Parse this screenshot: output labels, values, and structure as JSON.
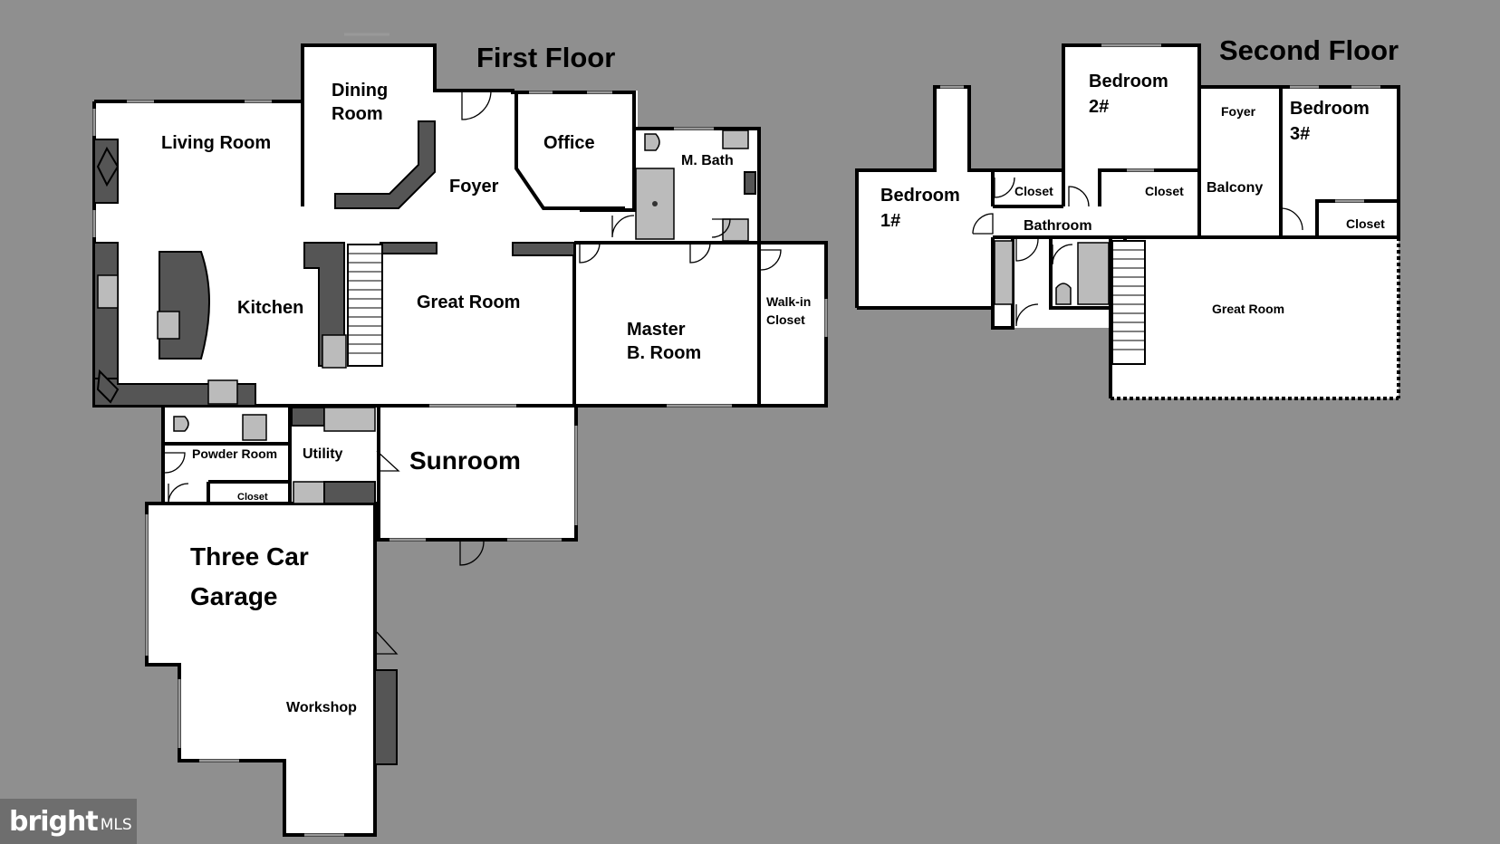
{
  "floors": {
    "first": {
      "title": "First Floor"
    },
    "second": {
      "title": "Second Floor"
    }
  },
  "rooms": {
    "living_room": "Living Room",
    "dining_l1": "Dining",
    "dining_l2": "Room",
    "office": "Office",
    "foyer_first": "Foyer",
    "m_bath": "M. Bath",
    "kitchen": "Kitchen",
    "great_room_first": "Great Room",
    "master_l1": "Master",
    "master_l2": "B. Room",
    "walkin_l1": "Walk-in",
    "walkin_l2": "Closet",
    "powder_room": "Powder Room",
    "utility": "Utility",
    "sunroom": "Sunroom",
    "closet_first": "Closet",
    "garage_l1": "Three Car",
    "garage_l2": "Garage",
    "workshop": "Workshop",
    "bedroom1_l1": "Bedroom",
    "bedroom1_l2": "1#",
    "bedroom2_l1": "Bedroom",
    "bedroom2_l2": "2#",
    "bedroom3_l1": "Bedroom",
    "bedroom3_l2": "3#",
    "foyer_second": "Foyer",
    "balcony": "Balcony",
    "closet_b1": "Closet",
    "closet_b2": "Closet",
    "closet_b3": "Closet",
    "bathroom": "Bathroom",
    "great_room_second": "Great Room"
  },
  "watermark": {
    "brand": "bright",
    "suffix": "MLS"
  }
}
